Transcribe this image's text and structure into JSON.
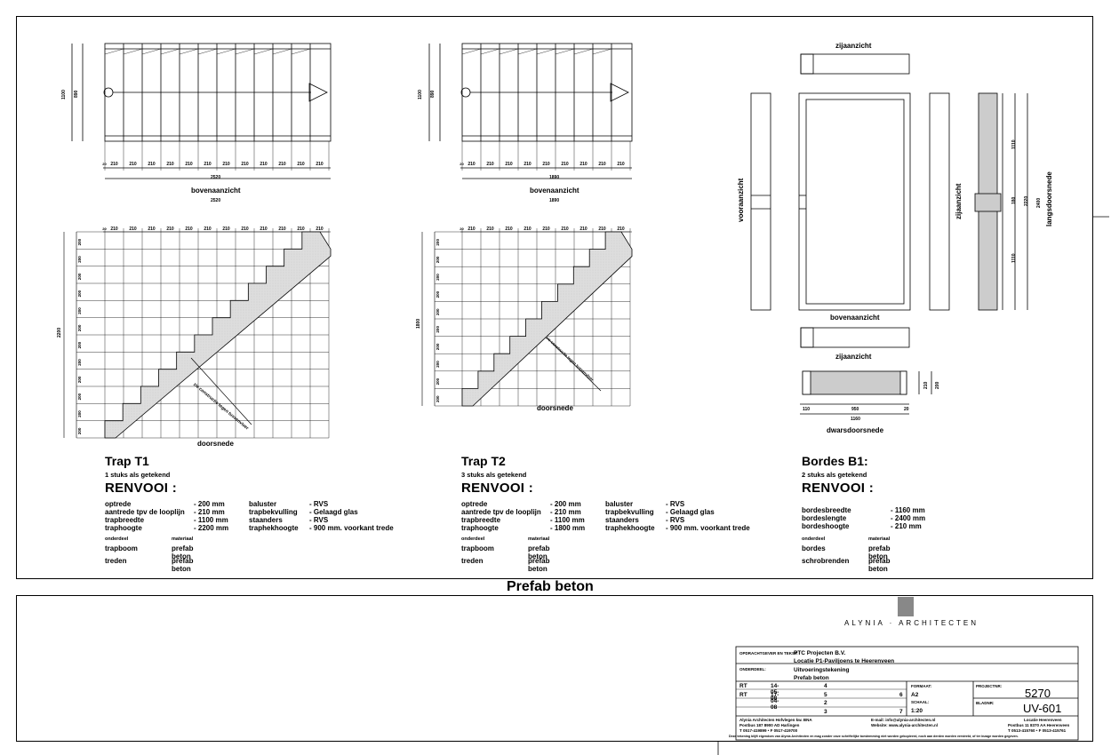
{
  "sheet": {
    "caption": "Prefab beton"
  },
  "t1": {
    "title": "Trap T1",
    "subtitle": "1 stuks als getekend",
    "renvooi": "RENVOOI :",
    "specs": [
      {
        "k": "optrede",
        "v": "- 200 mm",
        "k2": "baluster",
        "v2": "- RVS"
      },
      {
        "k": "aantrede tpv de looplijn",
        "v": "- 210 mm",
        "k2": "trapbekvulling",
        "v2": "- Gelaagd glas"
      },
      {
        "k": "trapbreedte",
        "v": "- 1100 mm",
        "k2": "staanders",
        "v2": "- RVS"
      },
      {
        "k": "traphoogte",
        "v": "- 2200 mm",
        "k2": "traphekhoogte",
        "v2": "- 900 mm. voorkant trede"
      }
    ],
    "mat_head": {
      "a": "onderdeel",
      "b": "materiaal"
    },
    "materials": [
      {
        "a": "trapboom",
        "b": "prefab beton"
      },
      {
        "a": "treden",
        "b": "prefab beton"
      }
    ],
    "plan_label": "bovenaanzicht",
    "section_label": "doorsnede",
    "total_w": "2520",
    "total_h": "2200",
    "width_dim": "1100",
    "inner_dim": "890",
    "tread": "210",
    "riser": "200",
    "edge": "20",
    "note": "zie constructie tegen tussenvloer"
  },
  "t2": {
    "title": "Trap T2",
    "subtitle": "3 stuks als getekend",
    "renvooi": "RENVOOI :",
    "specs": [
      {
        "k": "optrede",
        "v": "- 200 mm",
        "k2": "baluster",
        "v2": "- RVS"
      },
      {
        "k": "aantrede tpv de looplijn",
        "v": "- 210 mm",
        "k2": "trapbekvulling",
        "v2": "- Gelaagd glas"
      },
      {
        "k": "trapbreedte",
        "v": "- 1100 mm",
        "k2": "staanders",
        "v2": "- RVS"
      },
      {
        "k": "traphoogte",
        "v": "- 1800 mm",
        "k2": "traphekhoogte",
        "v2": "- 900 mm. voorkant trede"
      }
    ],
    "mat_head": {
      "a": "onderdeel",
      "b": "materiaal"
    },
    "materials": [
      {
        "a": "trapboom",
        "b": "prefab beton"
      },
      {
        "a": "treden",
        "b": "prefab beton"
      }
    ],
    "plan_label": "bovenaanzicht",
    "section_label": "doorsnede",
    "total_w": "1890",
    "total_h": "1800",
    "width_dim": "1100",
    "inner_dim": "890",
    "tread": "210",
    "riser": "200",
    "edge": "20"
  },
  "b1": {
    "title": "Bordes B1:",
    "subtitle": "2 stuks als getekend",
    "renvooi": "RENVOOI :",
    "specs": [
      {
        "k": "bordesbreedte",
        "v": "- 1160 mm"
      },
      {
        "k": "bordeslengte",
        "v": "- 2400 mm"
      },
      {
        "k": "bordeshoogte",
        "v": "- 210 mm"
      }
    ],
    "mat_head": {
      "a": "onderdeel",
      "b": "materiaal"
    },
    "materials": [
      {
        "a": "bordes",
        "b": "prefab beton"
      },
      {
        "a": "schrobrenden",
        "b": "prefab beton"
      }
    ],
    "label_top": "zijaanzicht",
    "label_front": "vooraanzicht",
    "label_side_right": "zijaanzicht",
    "label_long": "langsdoorsnede",
    "label_plan": "bovenaanzicht",
    "label_bottom": "zijaanzicht",
    "label_cross": "dwarsdoorsnede",
    "dims": {
      "d1110a": "1110",
      "d180": "180",
      "d2220": "2220",
      "d1110b": "1110",
      "d2400": "2400",
      "d20": "20",
      "d110": "110",
      "d950": "950",
      "d1160": "1160",
      "d210": "210",
      "d200": "200"
    }
  },
  "titleblock": {
    "logo": "ALYNIA · ARCHITECTEN",
    "client_label": "OPDRACHTGEVER EN TEKST:",
    "client1": "PTC Projecten B.V.",
    "client2": "Locatie P1-Paviljoens te Heerenveen",
    "drawing_label": "ONDERDEEL:",
    "drawing1": "Uitvoeringstekening",
    "drawing2": "Prefab beton",
    "rev": [
      {
        "by": "RT",
        "date": "14-05-08",
        "n": "4"
      },
      {
        "by": "RT",
        "date": "17-04-08",
        "n": "5"
      },
      {
        "by": "",
        "date": "",
        "n": "2"
      },
      {
        "by": "",
        "date": "",
        "n": "3"
      }
    ],
    "rev_n2": [
      "6",
      "",
      "7"
    ],
    "formaat_label": "FORMAAT:",
    "formaat": "A2",
    "schaal_label": "SCHAAL:",
    "schaal": "1:20",
    "project_label": "PROJECTNR:",
    "project_nr": "5270",
    "blad_label": "BLADNR:",
    "blad_nr": "UV-601",
    "office": "Alynia Architecten Hofvlegen kw. BNA",
    "office_addr": "Postbus 187  8900 AD  Harlingen",
    "office_tel": "T 0517-419899 • F 0517-419700",
    "email": "E-mail: info@alynia-architecten.nl",
    "web": "Website: www.alynia-architecten.nl",
    "loc": "Locatie Heerenveen",
    "loc_addr": "Postbus 11  8370 AA  Heerenveen",
    "loc_tel": "T 0513-415760 • F 0513-415761",
    "disclaimer": "Deze tekening blijft eigendom van Alynia Architecten en mag zonder onze schriftelijke toestemming niet worden gekopieerd, noch aan derden worden verstrekt, of ter inzage worden gegeven."
  }
}
